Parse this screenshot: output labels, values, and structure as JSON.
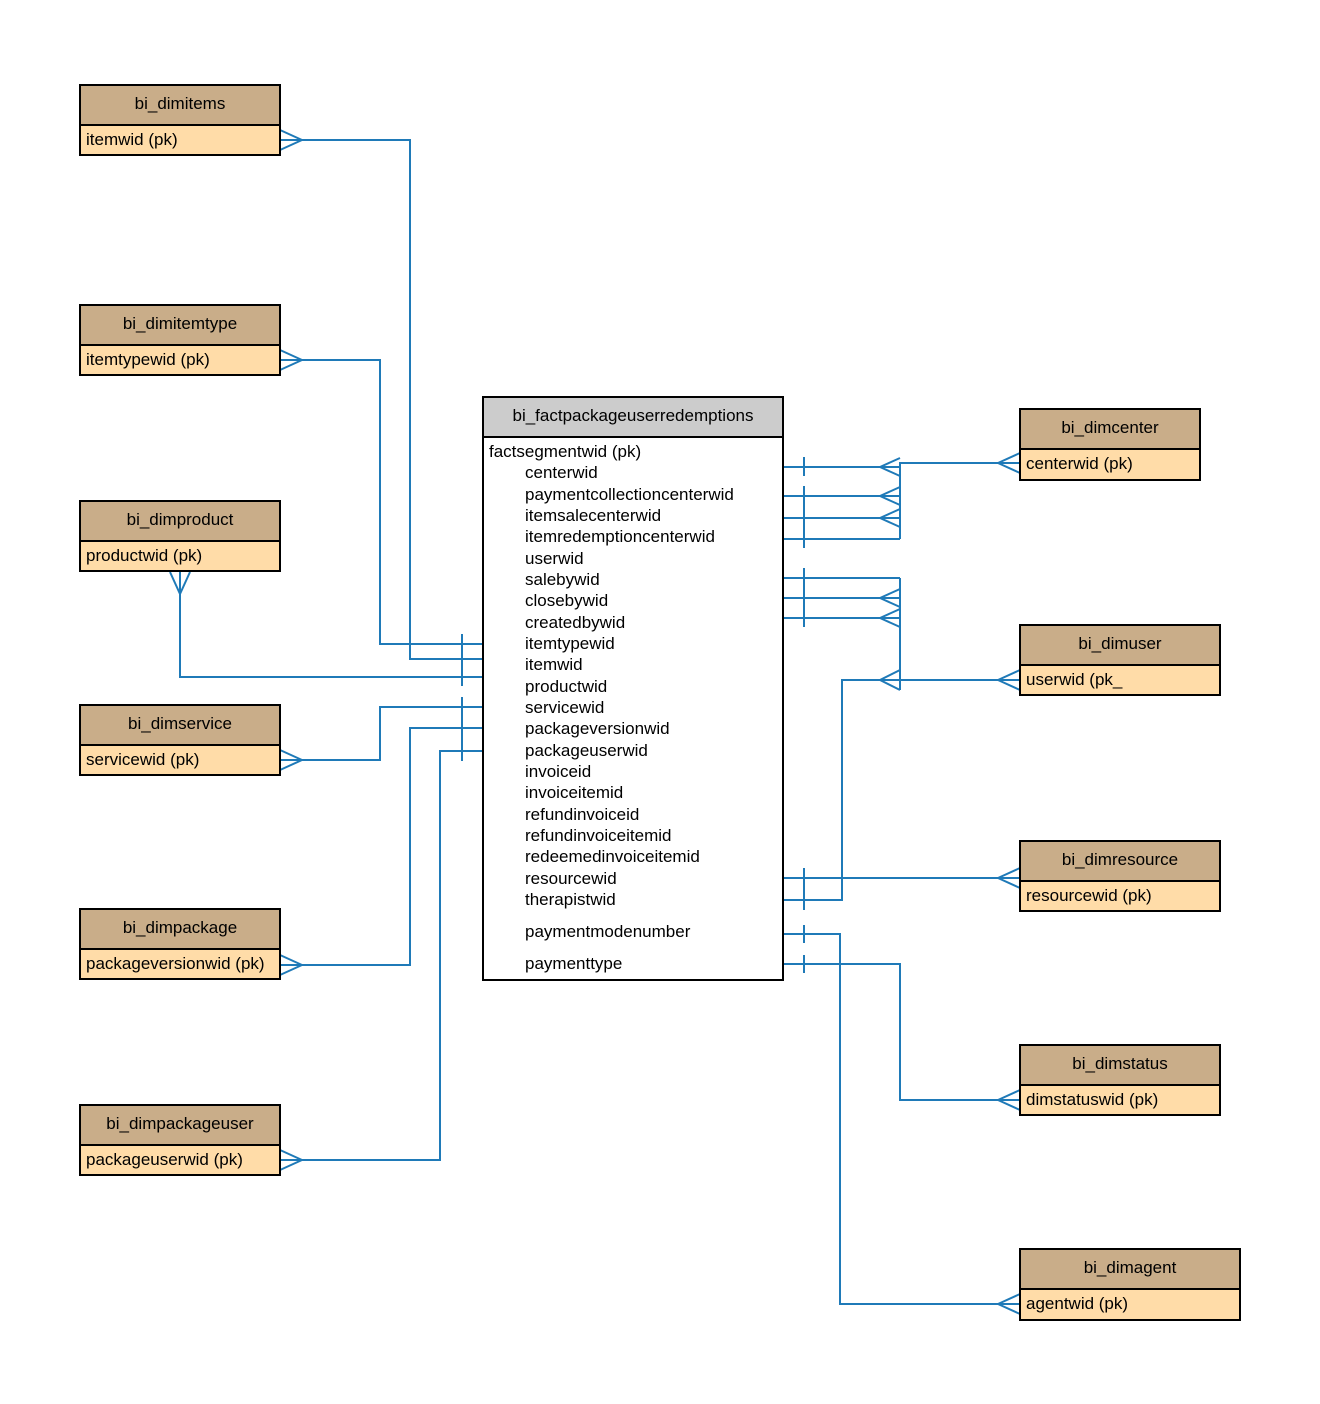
{
  "fact": {
    "title": "bi_factpackageuserredemptions",
    "pk": "factsegmentwid (pk)",
    "columns": [
      "centerwid",
      "paymentcollectioncenterwid",
      "itemsalecenterwid",
      "itemredemptioncenterwid",
      "userwid",
      "salebywid",
      "closebywid",
      "createdbywid",
      "itemtypewid",
      "itemwid",
      "productwid",
      "servicewid",
      "packageversionwid",
      "packageuserwid",
      "invoiceid",
      "invoiceitemid",
      "refundinvoiceid",
      "refundinvoiceitemid",
      "redeemedinvoiceitemid",
      "resourcewid",
      "therapistwid",
      "paymentmodenumber",
      "paymenttype"
    ]
  },
  "entities": {
    "items": {
      "title": "bi_dimitems",
      "key": "itemwid (pk)"
    },
    "itemtype": {
      "title": "bi_dimitemtype",
      "key": "itemtypewid (pk)"
    },
    "product": {
      "title": "bi_dimproduct",
      "key": "productwid (pk)"
    },
    "service": {
      "title": "bi_dimservice",
      "key": "servicewid (pk)"
    },
    "package": {
      "title": "bi_dimpackage",
      "key": "packageversionwid (pk)"
    },
    "packageuser": {
      "title": "bi_dimpackageuser",
      "key": "packageuserwid (pk)"
    },
    "center": {
      "title": "bi_dimcenter",
      "key": "centerwid (pk)"
    },
    "user": {
      "title": "bi_dimuser",
      "key": "userwid (pk_"
    },
    "resource": {
      "title": "bi_dimresource",
      "key": "resourcewid (pk)"
    },
    "status": {
      "title": "bi_dimstatus",
      "key": "dimstatuswid (pk)"
    },
    "agent": {
      "title": "bi_dimagent",
      "key": "agentwid (pk)"
    }
  },
  "colors": {
    "connector": "#1f7ab8",
    "entity_header": "#c9ad89",
    "entity_body": "#ffdca8",
    "fact_header": "#cccccc",
    "border": "#000000"
  }
}
